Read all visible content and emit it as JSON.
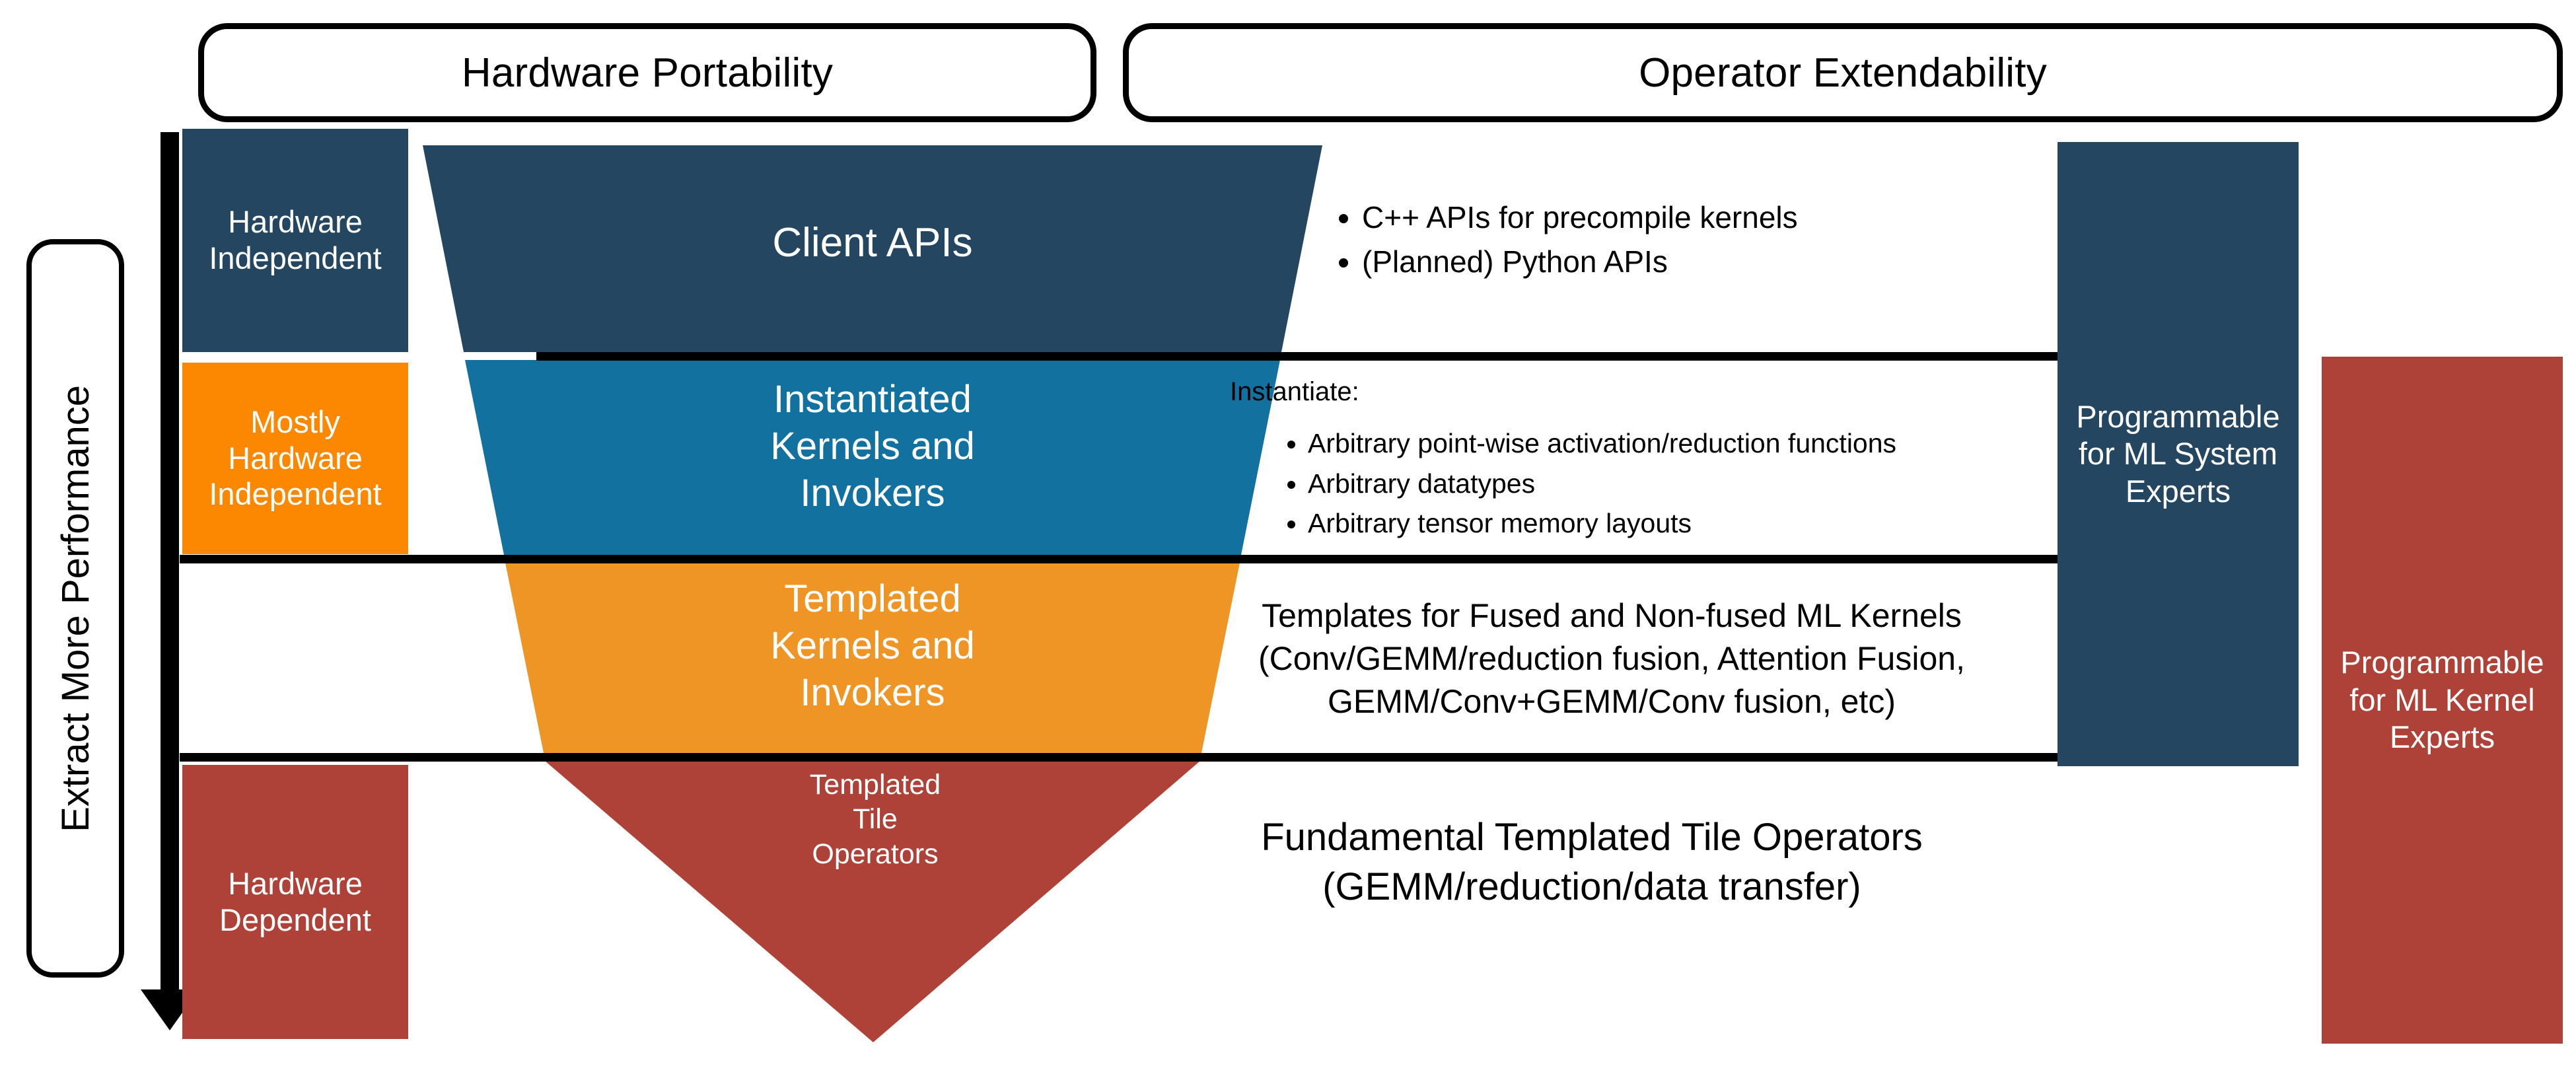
{
  "colors": {
    "navy": "#244660",
    "blue": "#1371A0",
    "funnel_orange": "#EE9526",
    "left_orange": "#FC8700",
    "red": "#AE4238",
    "line": "#000000",
    "text_light": "#FFFFFF"
  },
  "top_boxes": [
    {
      "label": "Hardware Portability"
    },
    {
      "label": "Operator Extendability"
    }
  ],
  "axis": {
    "label": "Extract More Performance",
    "arrow_direction": "down"
  },
  "left_column": [
    {
      "label": "Hardware\nIndependent",
      "line1": "Hardware",
      "line2": "Independent",
      "color": "#244660"
    },
    {
      "label": "Mostly Hardware Independent",
      "line1": "Mostly",
      "line2": "Hardware",
      "line3": "Independent",
      "color": "#FC8700"
    },
    {
      "label": "Hardware Dependent",
      "line1": "Hardware",
      "line2": "Dependent",
      "color": "#AE4238"
    }
  ],
  "funnel": {
    "tiers": [
      {
        "name": "client-apis",
        "title": "Client APIs",
        "lines": [
          "Client APIs"
        ],
        "color": "#244660"
      },
      {
        "name": "instantiated-kernels",
        "title": "Instantiated Kernels and Invokers",
        "lines": [
          "Instantiated",
          "Kernels and",
          "Invokers"
        ],
        "color": "#1371A0"
      },
      {
        "name": "templated-kernels",
        "title": "Templated Kernels and Invokers",
        "lines": [
          "Templated",
          "Kernels and",
          "Invokers"
        ],
        "color": "#EE9526"
      },
      {
        "name": "templated-tile-operators",
        "title": "Templated Tile Operators",
        "lines": [
          "Templated",
          "Tile",
          "Operators"
        ],
        "color": "#AE4238"
      }
    ]
  },
  "details": {
    "client_apis": {
      "bullets": [
        "C++ APIs for precompile kernels",
        "(Planned) Python APIs"
      ]
    },
    "instantiated": {
      "heading": "Instantiate:",
      "bullets": [
        "Arbitrary point-wise activation/reduction functions",
        "Arbitrary datatypes",
        "Arbitrary tensor memory layouts"
      ]
    },
    "templated_kernels": {
      "lines": [
        "Templates for Fused and Non-fused ML Kernels",
        "(Conv/GEMM/reduction fusion, Attention Fusion,",
        "GEMM/Conv+GEMM/Conv fusion, etc)"
      ]
    },
    "tile_operators": {
      "lines": [
        "Fundamental Templated Tile Operators",
        "(GEMM/reduction/data transfer)"
      ]
    }
  },
  "right_bars": [
    {
      "name": "ml-system-experts",
      "lines": [
        "Programmable",
        "for ML System",
        "Experts"
      ],
      "color": "#244660"
    },
    {
      "name": "ml-kernel-experts",
      "lines": [
        "Programmable",
        "for ML Kernel",
        "Experts"
      ],
      "color": "#AE4238"
    }
  ]
}
